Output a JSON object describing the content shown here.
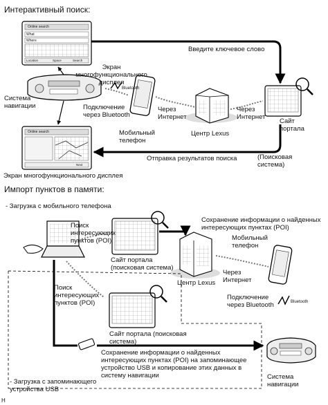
{
  "section1": {
    "title": "Интерактивный поиск:",
    "mfd_top": "Экран многофункционального\nдисплея",
    "nav_system": "Система\nнавигации",
    "bluetooth_conn": "Подключение\nчерез Bluetooth",
    "via_internet_left": "Через\nИнтернет",
    "via_internet_right": "Через\nИнтернет",
    "mobile_phone": "Мобильный\nтелефон",
    "lexus_center": "Центр Lexus",
    "portal": "Сайт\nпортала",
    "enter_keyword": "Введите ключевое слово",
    "send_results": "Отправка результатов поиска",
    "search_system": "(Поисковая\nсистема)",
    "mfd_bottom": "Экран многофункционального дисплея",
    "screen_top": {
      "header": "Online search",
      "row1": "What",
      "row2": "Where",
      "buttons": [
        "Location",
        "Space",
        "Search"
      ]
    },
    "screen_bottom": {
      "header": "Online search",
      "next": "Next"
    },
    "bluetooth_label": "Bluetooth"
  },
  "section2": {
    "title": "Импорт пунктов в памяти:",
    "from_phone": "- Загрузка с мобильного телефона",
    "poi_search_1": "Поиск\nинтересующих\nпунктов (POI)",
    "portal_1": "Сайт портала\n(поисковая система)",
    "save_poi": "Сохранение информации о найденных\nинтересующих пунктах (POI)",
    "mobile_phone": "Мобильный\nтелефон",
    "lexus_center": "Центр Lexus",
    "via_internet": "Через\nИнтернет",
    "bluetooth_conn": "Подключение\nчерез Bluetooth",
    "poi_search_2": "Поиск\nинтересующих\nпунктов (POI)",
    "portal_2": "Сайт портала (поисковая\nсистема)",
    "save_usb": "Сохранение информации о найденных\nинтересующих пунктах (POI) на запоминающее\nустройство USB и копирование этих данных в\nсистему навигации",
    "from_usb": "- Загрузка с запоминающего\nустройства USB",
    "nav_system": "Система\nнавигации",
    "bluetooth_label": "Bluetooth"
  },
  "corner": "H"
}
